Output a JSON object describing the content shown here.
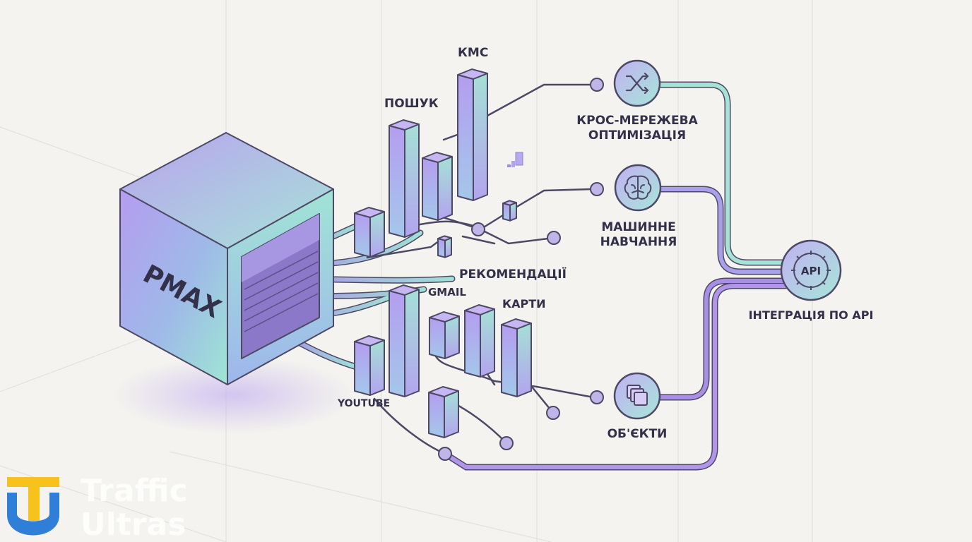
{
  "diagram": {
    "core_label": "PMAX",
    "channels": {
      "search": "ПОШУК",
      "kms": "КМС",
      "recommendations": "РЕКОМЕНДАЦІЇ",
      "gmail": "GMAIL",
      "maps": "КАРТИ",
      "youtube": "YOUTUBE"
    },
    "nodes": {
      "cross_network_line1": "КРОС-МЕРЕЖЕВА",
      "cross_network_line2": "ОПТИМІЗАЦІЯ",
      "ml_line1": "МАШИННЕ",
      "ml_line2": "НАВЧАННЯ",
      "objects": "ОБ'ЄКТИ",
      "api_badge": "API",
      "api_integration": "ІНТЕГРАЦІЯ ПО API"
    }
  },
  "brand": {
    "line1": "Traffic",
    "line2": "Ultras",
    "colors": {
      "yellow": "#f7c21b",
      "blue": "#2f7fd8"
    }
  },
  "colors": {
    "line": "#4d4965",
    "purple": "#a98ee6",
    "teal": "#9fe3d6",
    "violet_dark": "#7b5fc9"
  }
}
